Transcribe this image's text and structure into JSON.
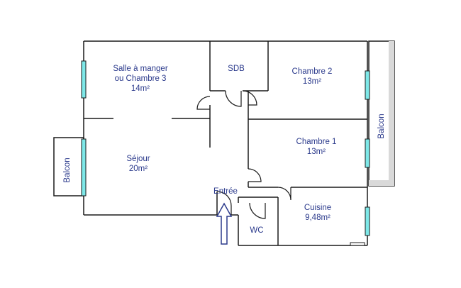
{
  "rooms": {
    "salle": {
      "name": "Salle à manger",
      "alt": "ou Chambre 3",
      "area": "14m²"
    },
    "sdb": {
      "name": "SDB"
    },
    "chambre2": {
      "name": "Chambre 2",
      "area": "13m²"
    },
    "chambre1": {
      "name": "Chambre 1",
      "area": "13m²"
    },
    "sejour": {
      "name": "Séjour",
      "area": "20m²"
    },
    "entree": {
      "name": "Entrée"
    },
    "cuisine": {
      "name": "Cuisine",
      "area": "9,48m²"
    },
    "wc": {
      "name": "WC"
    }
  },
  "balconies": {
    "left": "Balcon",
    "right": "Balcon"
  },
  "colors": {
    "wall": "#1a1a1a",
    "window": "#7ee8e8",
    "label": "#2b3a8c",
    "arrow": "#2b3a8c",
    "balcony_shade": "#d9d9d9"
  }
}
